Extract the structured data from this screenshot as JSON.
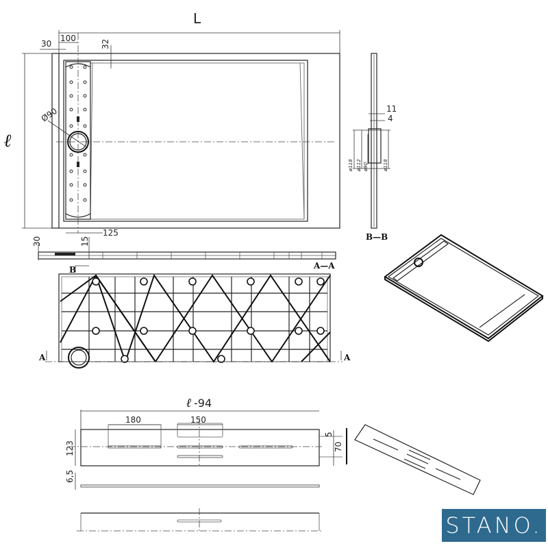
{
  "drawing": {
    "title": "Shower tray technical drawing",
    "top_view": {
      "length_label": "L",
      "width_label": "ℓ",
      "dims": {
        "d30": "30",
        "d100": "100",
        "d32": "32",
        "d125": "125",
        "drain_diameter": "Ø90"
      }
    },
    "section_bb": {
      "label": "B—B",
      "dims": {
        "d11": "11",
        "d4": "4",
        "d118a": "ø118",
        "d112": "ø112",
        "d90": "ø90",
        "d118b": "ø118"
      }
    },
    "section_aa": {
      "label": "A—A",
      "cut_marker_b": "B",
      "dims": {
        "d30": "30",
        "d15": "15"
      }
    },
    "underside_view": {
      "cut_marker_left": "A",
      "cut_marker_right": "A"
    },
    "grate": {
      "length_prefix": "ℓ",
      "length_suffix": "-94",
      "dims": {
        "d180": "180",
        "d150": "150",
        "d123": "123",
        "d6_5": "6,5",
        "d5": "5",
        "d70": "70"
      }
    }
  },
  "brand": {
    "name": "STANO.",
    "color": "#2e6a8e",
    "text_color": "#ffffff"
  }
}
